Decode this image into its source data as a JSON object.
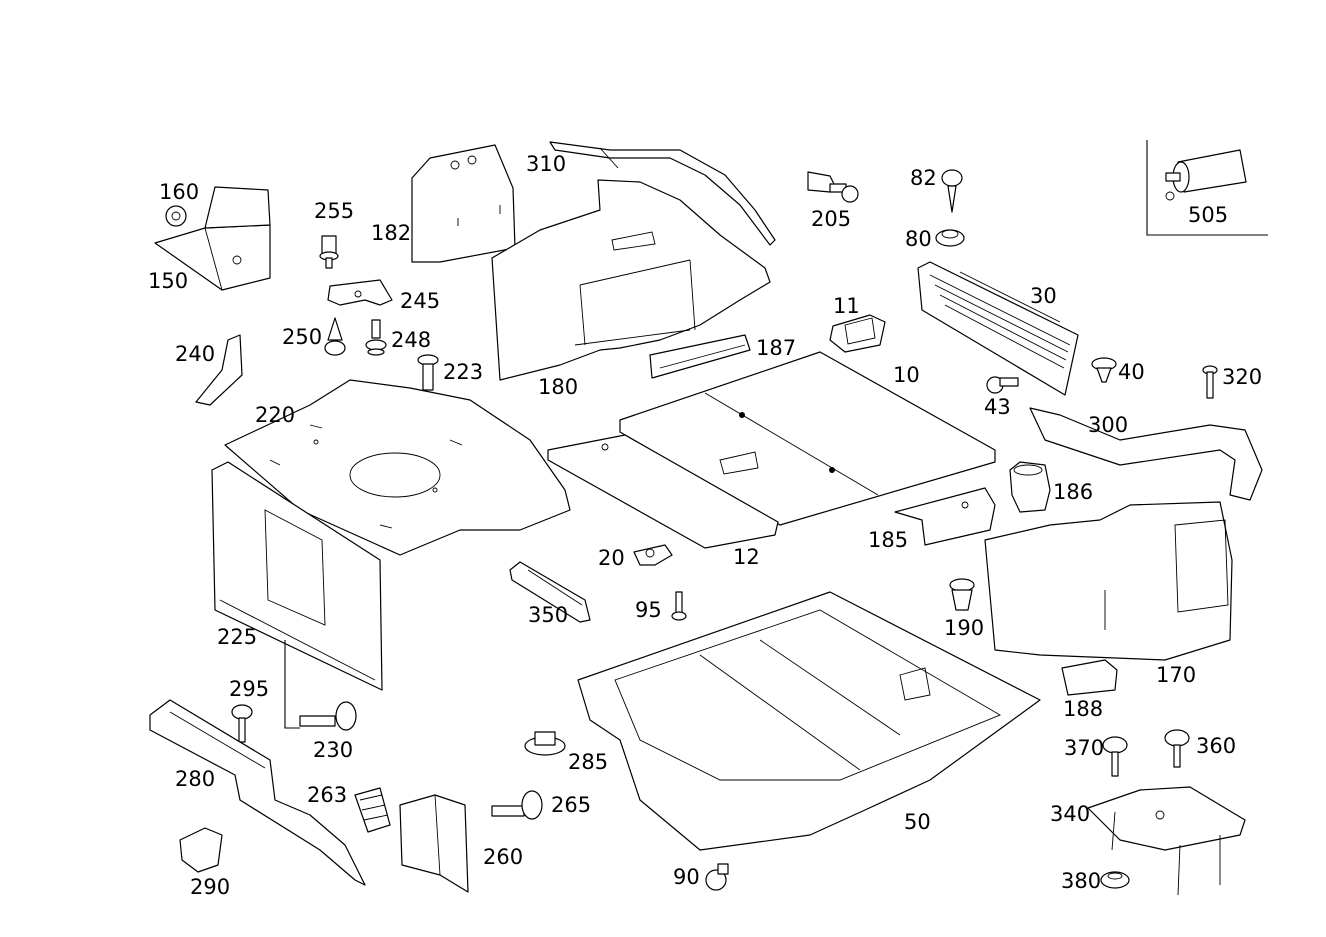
{
  "diagram": {
    "labels": {
      "p10": "10",
      "p11": "11",
      "p12": "12",
      "p20": "20",
      "p30": "30",
      "p40": "40",
      "p43": "43",
      "p50": "50",
      "p80": "80",
      "p82": "82",
      "p90": "90",
      "p95": "95",
      "p150": "150",
      "p160": "160",
      "p170": "170",
      "p180": "180",
      "p182": "182",
      "p185": "185",
      "p186": "186",
      "p187": "187",
      "p188": "188",
      "p190": "190",
      "p205": "205",
      "p220": "220",
      "p223": "223",
      "p225": "225",
      "p230": "230",
      "p240": "240",
      "p245": "245",
      "p248": "248",
      "p250": "250",
      "p255": "255",
      "p260": "260",
      "p263": "263",
      "p265": "265",
      "p280": "280",
      "p285": "285",
      "p290": "290",
      "p295": "295",
      "p300": "300",
      "p310": "310",
      "p320": "320",
      "p340": "340",
      "p350": "350",
      "p360": "360",
      "p370": "370",
      "p380": "380",
      "p505": "505"
    },
    "colors": {
      "line": "#000000",
      "background": "#ffffff"
    }
  }
}
